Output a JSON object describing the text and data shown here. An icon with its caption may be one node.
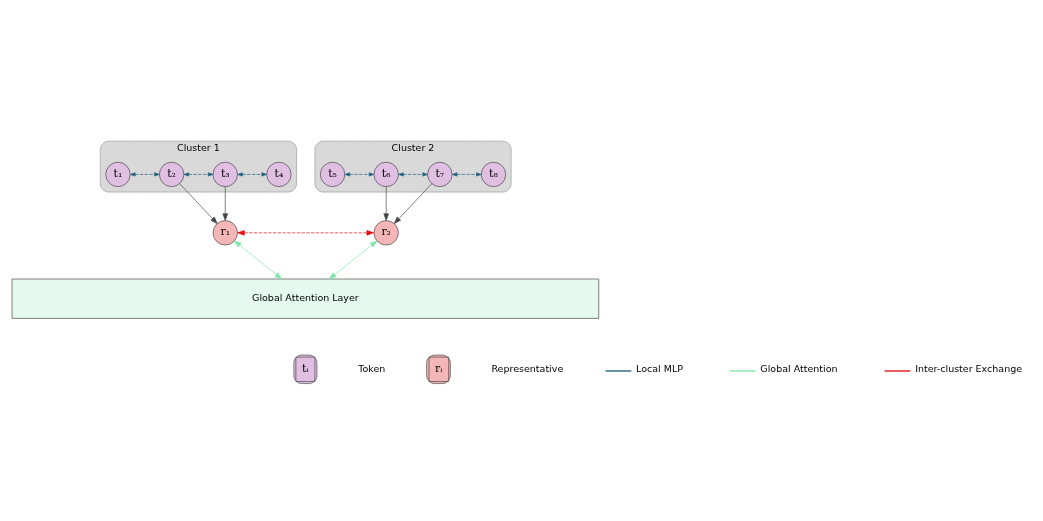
{
  "diagram": {
    "nodes": [
      {
        "text": [
          "Cluster 1"
        ]
      },
      {
        "text": [
          "t₁"
        ],
        "in": 0
      },
      {
        "text": [
          "t₂"
        ],
        "in": 0
      },
      {
        "text": [
          "t₃"
        ],
        "in": 0
      },
      {
        "text": [
          "t₄"
        ],
        "in": 0
      },
      {
        "text": [
          "Cluster 2"
        ]
      },
      {
        "text": [
          "t₅"
        ],
        "in": 5
      },
      {
        "text": [
          "t₆"
        ],
        "in": 5
      },
      {
        "text": [
          "t₇"
        ],
        "in": 5
      },
      {
        "text": [
          "t₈"
        ],
        "in": 5
      },
      {
        "text": [
          "r₁"
        ]
      },
      {
        "text": [
          "r₂"
        ]
      },
      {
        "text": [
          "Global Attention Layer"
        ]
      }
    ],
    "edges": [
      {
        "from": 1,
        "to": 2,
        "arrow": "both",
        "style": "dashed",
        "color": "#1f5f7f"
      },
      {
        "from": 2,
        "to": 3,
        "arrow": "both",
        "style": "dashed",
        "color": "#1f5f7f"
      },
      {
        "from": 3,
        "to": 4,
        "arrow": "both",
        "style": "dashed",
        "color": "#1f5f7f"
      },
      {
        "from": 6,
        "to": 7,
        "arrow": "both",
        "style": "dashed",
        "color": "#1f5f7f"
      },
      {
        "from": 7,
        "to": 8,
        "arrow": "both",
        "style": "dashed",
        "color": "#1f5f7f"
      },
      {
        "from": 8,
        "to": 9,
        "arrow": "both",
        "style": "dashed",
        "color": "#1f5f7f"
      },
      {
        "from": 2,
        "to": 10,
        "arrow": "to"
      },
      {
        "from": 3,
        "to": 10,
        "arrow": "to"
      },
      {
        "from": 7,
        "to": 11,
        "arrow": "to"
      },
      {
        "from": 8,
        "to": 11,
        "arrow": "to"
      },
      {
        "from": 10,
        "to": 11,
        "arrow": "both",
        "style": "dashed",
        "color": "#e01010"
      },
      {
        "from": 10,
        "to": 12,
        "arrow": "both",
        "color": "#7ee8a8"
      },
      {
        "from": 11,
        "to": 12,
        "arrow": "both",
        "color": "#7ee8a8"
      }
    ],
    "labels": [
      "tᵢ",
      "rᵢ"
    ],
    "legend": [
      {
        "text": "Token"
      },
      {
        "text": "Representative"
      },
      {
        "text": "Local MLP"
      },
      {
        "text": "Global Attention"
      },
      {
        "text": "Inter-cluster Exchange"
      }
    ]
  }
}
